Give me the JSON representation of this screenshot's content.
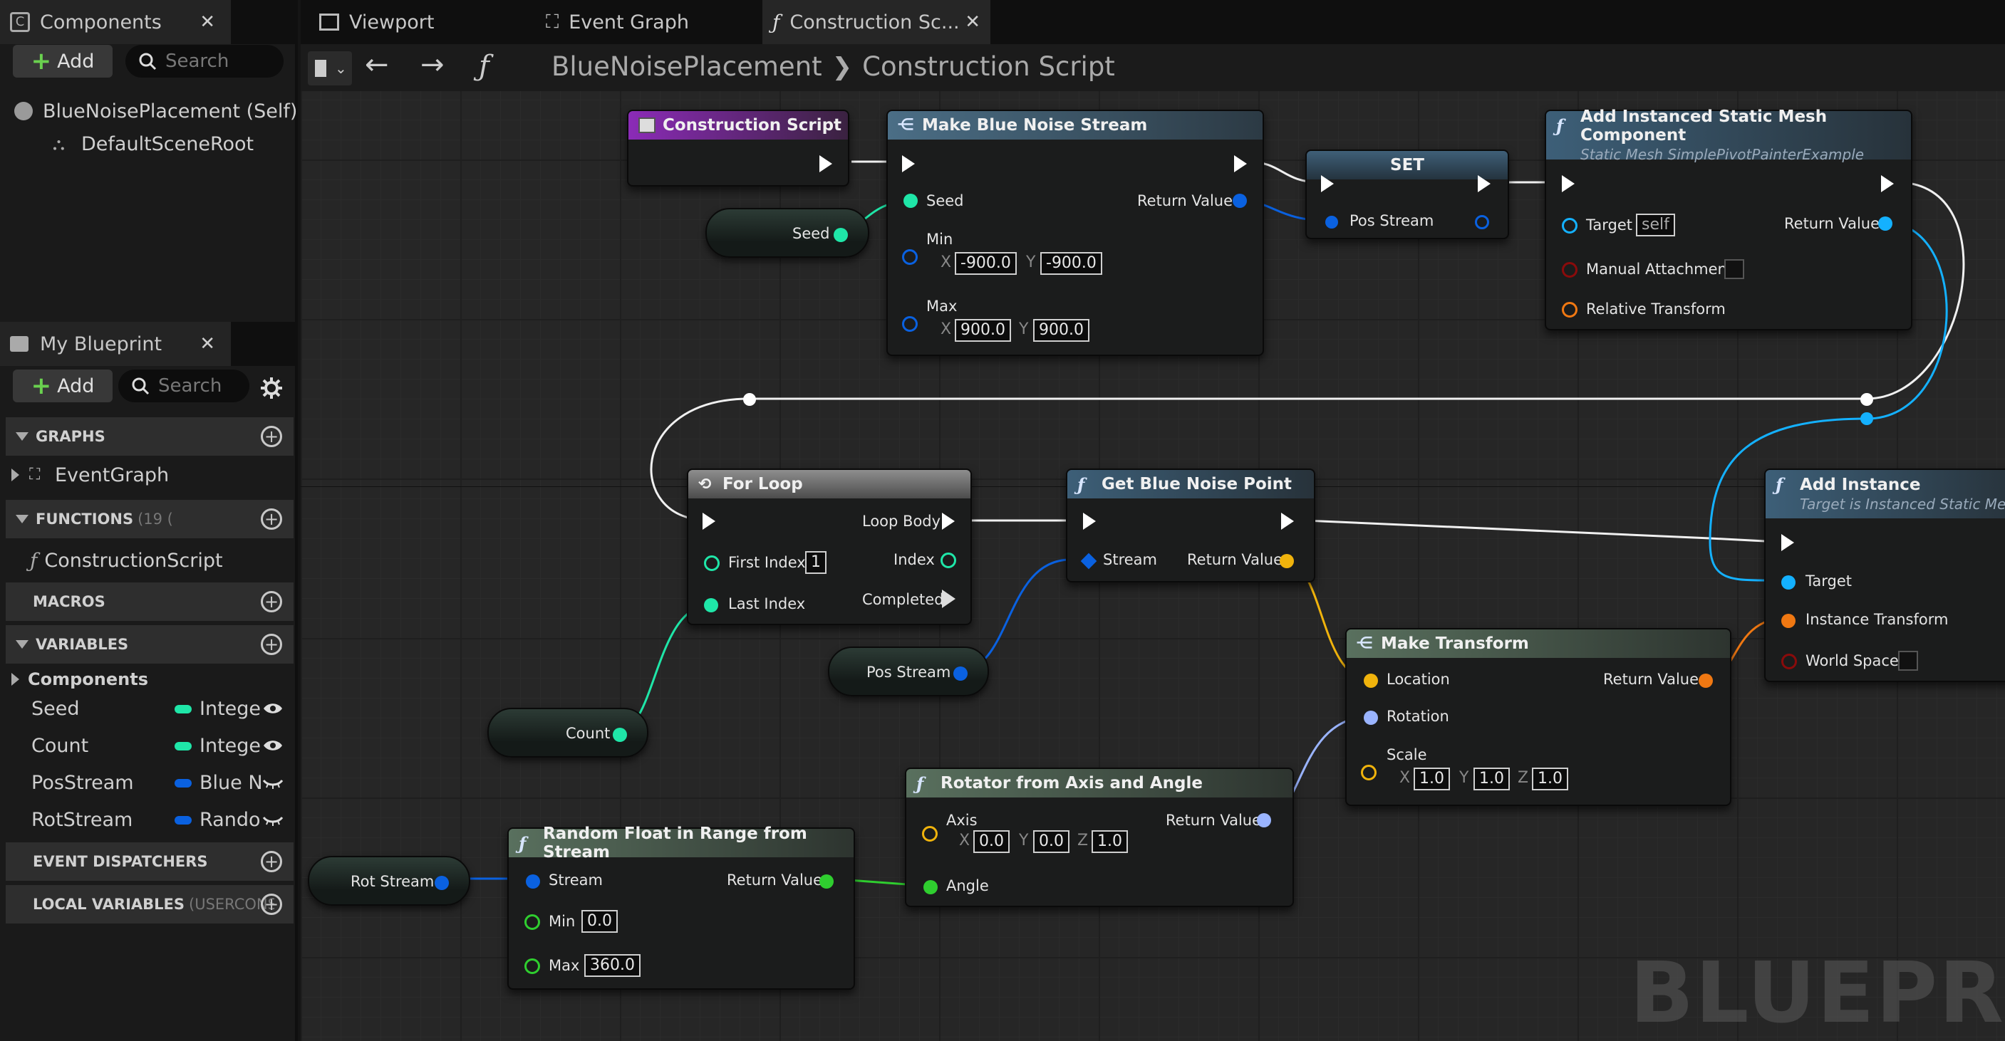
{
  "components_panel": {
    "tab": "Components",
    "add": "Add",
    "search_placeholder": "Search",
    "tree": [
      "BlueNoisePlacement (Self)",
      "DefaultSceneRoot"
    ]
  },
  "blueprint_panel": {
    "tab": "My Blueprint",
    "add": "Add",
    "search_placeholder": "Search",
    "sections": {
      "graphs": "GRAPHS",
      "functions": "FUNCTIONS",
      "functions_count": "(19 (",
      "macros": "MACROS",
      "variables": "VARIABLES",
      "dispatchers": "EVENT DISPATCHERS",
      "locals": "LOCAL VARIABLES",
      "locals_scope": "(USERCONSTF"
    },
    "graph_items": [
      "EventGraph"
    ],
    "function_items": [
      "ConstructionScript"
    ],
    "var_category": "Components",
    "variables": [
      {
        "name": "Seed",
        "type": "Integer",
        "color": "#1fe6a8"
      },
      {
        "name": "Count",
        "type": "Integer",
        "color": "#1fe6a8"
      },
      {
        "name": "PosStream",
        "type": "Blue N",
        "color": "#0a61e0"
      },
      {
        "name": "RotStream",
        "type": "Rando",
        "color": "#0a61e0"
      }
    ]
  },
  "editor": {
    "tabs": [
      "Viewport",
      "Event Graph",
      "Construction Sc..."
    ],
    "breadcrumb": [
      "BlueNoisePlacement",
      "Construction Script"
    ],
    "watermark": "BLUEPR"
  },
  "nodes": {
    "construction": {
      "title": "Construction Script"
    },
    "make_stream": {
      "title": "Make Blue Noise Stream",
      "seed": "Seed",
      "ret": "Return Value",
      "min": "Min",
      "max": "Max",
      "min_x": "-900.0",
      "min_y": "-900.0",
      "max_x": "900.0",
      "max_y": "900.0",
      "x": "X",
      "y": "Y"
    },
    "set": {
      "title": "SET",
      "pin": "Pos Stream"
    },
    "add_ism": {
      "title": "Add Instanced Static Mesh Component",
      "sub": "Static Mesh SimplePivotPainterExample",
      "target": "Target",
      "target_val": "self",
      "manual": "Manual Attachment",
      "rel": "Relative Transform",
      "ret": "Return Value"
    },
    "for_loop": {
      "title": "For Loop",
      "first": "First Index",
      "first_val": "1",
      "last": "Last Index",
      "body": "Loop Body",
      "index": "Index",
      "completed": "Completed"
    },
    "get_point": {
      "title": "Get Blue Noise Point",
      "stream": "Stream",
      "ret": "Return Value"
    },
    "add_instance": {
      "title": "Add Instance",
      "sub": "Target is Instanced Static Mes",
      "target": "Target",
      "transform": "Instance Transform",
      "world": "World Space"
    },
    "make_transform": {
      "title": "Make Transform",
      "loc": "Location",
      "rot": "Rotation",
      "scale": "Scale",
      "ret": "Return Value",
      "sx": "1.0",
      "sy": "1.0",
      "sz": "1.0",
      "z": "Z"
    },
    "rotator": {
      "title": "Rotator from Axis and Angle",
      "axis": "Axis",
      "angle": "Angle",
      "ret": "Return Value",
      "ax": "0.0",
      "ay": "0.0",
      "az": "1.0"
    },
    "random_float": {
      "title": "Random Float in Range from Stream",
      "stream": "Stream",
      "min": "Min",
      "max": "Max",
      "min_val": "0.0",
      "max_val": "360.0",
      "ret": "Return Value"
    }
  },
  "var_nodes": {
    "seed": "Seed",
    "count": "Count",
    "pos_stream": "Pos Stream",
    "rot_stream": "Rot Stream"
  }
}
